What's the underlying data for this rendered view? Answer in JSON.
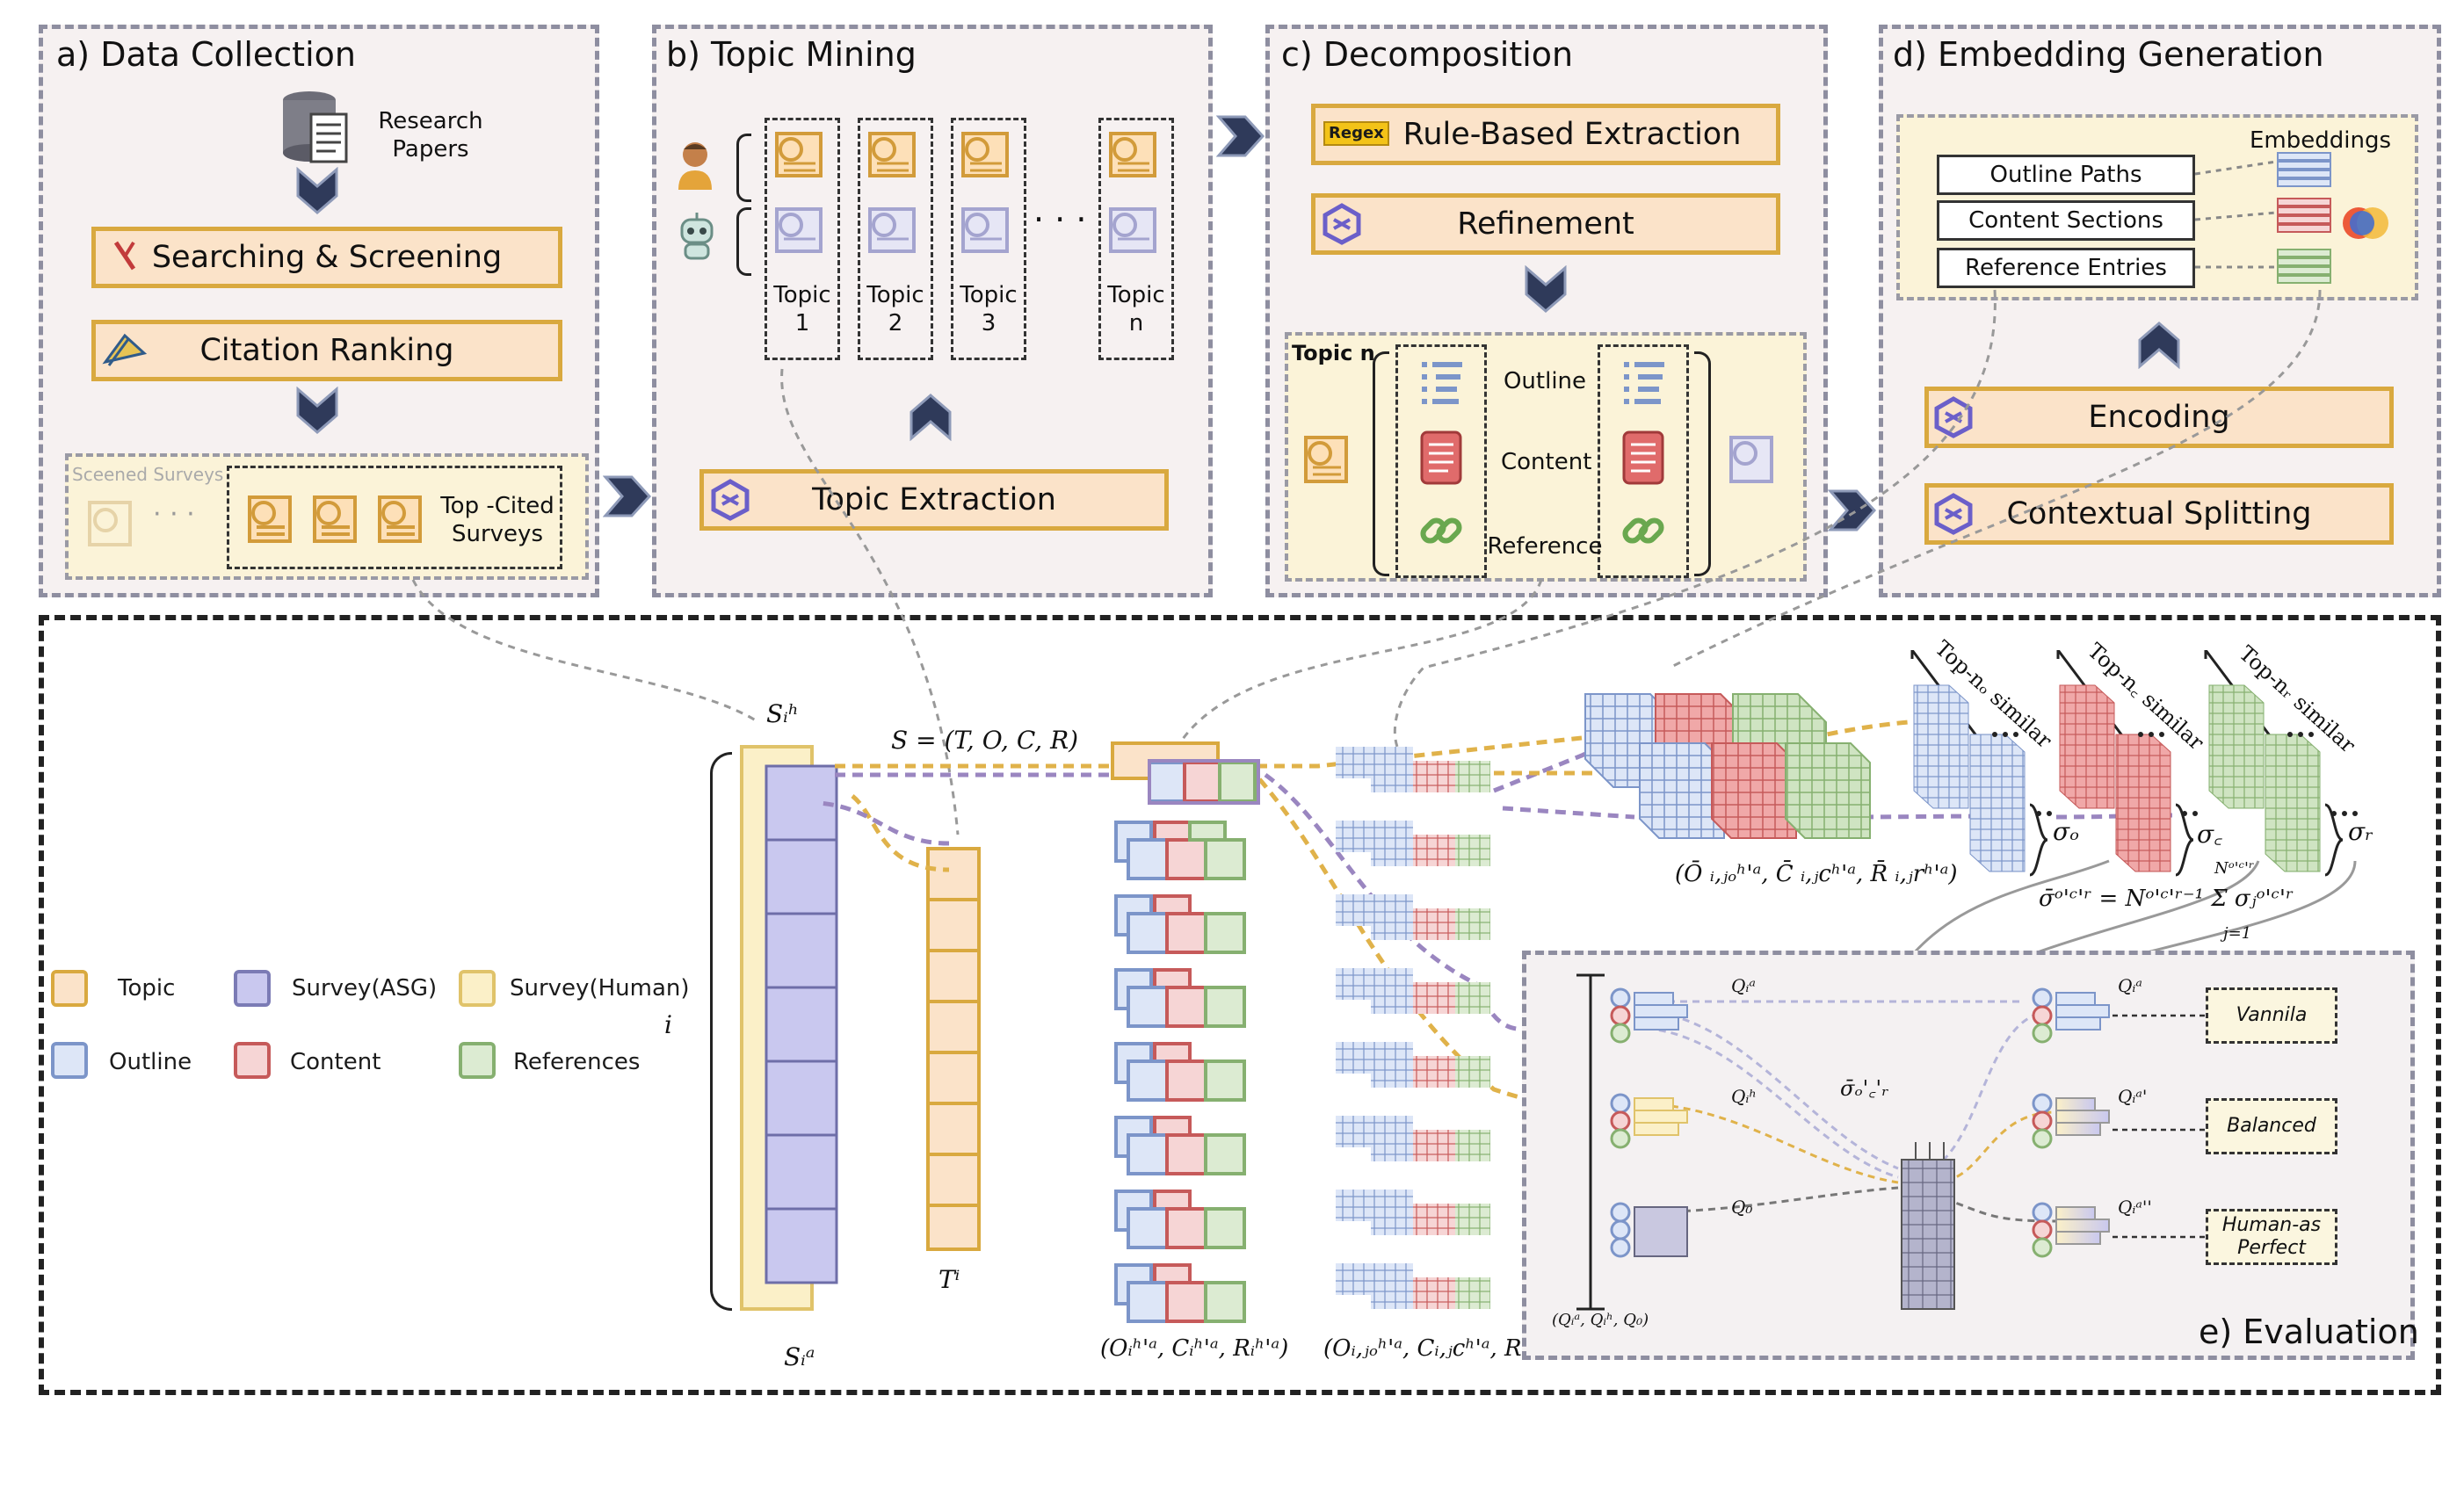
{
  "panels": {
    "a": {
      "title": "a) Data Collection",
      "research_papers": "Research\nPapers",
      "search": "Searching & Screening",
      "citation": "Citation Ranking",
      "screened": "Sceened Surveys",
      "dots": "· · ·",
      "topcited": "Top -Cited\nSurveys"
    },
    "b": {
      "title": "b) Topic Mining",
      "topics": [
        "Topic\n1",
        "Topic\n2",
        "Topic\n3",
        "Topic\nn"
      ],
      "dots": "· · ·",
      "extract": "Topic Extraction"
    },
    "c": {
      "title": "c) Decomposition",
      "regex": "Regex",
      "rule": "Rule-Based Extraction",
      "refine": "Refinement",
      "topic_n": "Topic n",
      "outline": "Outline",
      "content": "Content",
      "reference": "Reference"
    },
    "d": {
      "title": "d) Embedding Generation",
      "embeddings": "Embeddings",
      "entries": [
        "Outline Paths",
        "Content Sections",
        "Reference Entries"
      ],
      "encoding": "Encoding",
      "split": "Contextual Splitting"
    },
    "e": {
      "title": "e) Evaluation",
      "methods": [
        "Vannila",
        "Balanced",
        "Human-as\nPerfect"
      ]
    }
  },
  "legend": [
    {
      "label": "Topic",
      "fill": "#fbe3c9",
      "stroke": "#d9a93f"
    },
    {
      "label": "Survey(ASG)",
      "fill": "#c9c8ef",
      "stroke": "#7b7bb5"
    },
    {
      "label": "Survey(Human)",
      "fill": "#fbf0c8",
      "stroke": "#e0c36a"
    },
    {
      "label": "Outline",
      "fill": "#dde6f7",
      "stroke": "#7c95c9"
    },
    {
      "label": "Content",
      "fill": "#f6d5d5",
      "stroke": "#c65a5a"
    },
    {
      "label": "References",
      "fill": "#dcebd2",
      "stroke": "#86b070"
    }
  ],
  "math": {
    "S_h": "Sᵢʰ",
    "S_def": "S = (T, O, C, R)",
    "i": "i",
    "T_i": "Tⁱ",
    "S_a": "Sᵢᵃ",
    "ocr": "(Oᵢʰ'ᵃ, Cᵢʰ'ᵃ, Rᵢʰ'ᵃ)",
    "ocr_j": "(Oᵢ,ⱼₒʰ'ᵃ, Cᵢ,ⱼcʰ'ᵃ, Rᵢ,ⱼrʰ'ᵃ)",
    "vec": "(Ō ᵢ,ⱼₒʰ'ᵃ, C̄ ᵢ,ⱼcʰ'ᵃ, R̄ ᵢ,ⱼrʰ'ᵃ)",
    "top_o": "Top-nₒ similar",
    "top_c": "Top-n꜀ similar",
    "top_r": "Top-nᵣ similar",
    "sigma_o": "σₒ",
    "sigma_c": "σ꜀",
    "sigma_r": "σᵣ",
    "sigma_eq": "σ̄ᵒ'ᶜ'ʳ = Nᵒ'ᶜ'ʳ⁻¹ Σ σⱼᵒ'ᶜ'ʳ",
    "sum_top": "Nᵒ'ᶜ'ʳ",
    "sum_bot": "j=1",
    "sigma_bar": "σ̄ₒ'꜀'ᵣ",
    "Qa": "Qᵢᵃ",
    "Qh": "Qᵢʰ",
    "Q0": "Q₀",
    "Qa2": "Qᵢᵃ",
    "Qa3": "Qᵢᵃ'",
    "Qa4": "Qᵢᵃ''",
    "Qrange": "(Qᵢᵃ, Qᵢʰ, Q₀)"
  }
}
